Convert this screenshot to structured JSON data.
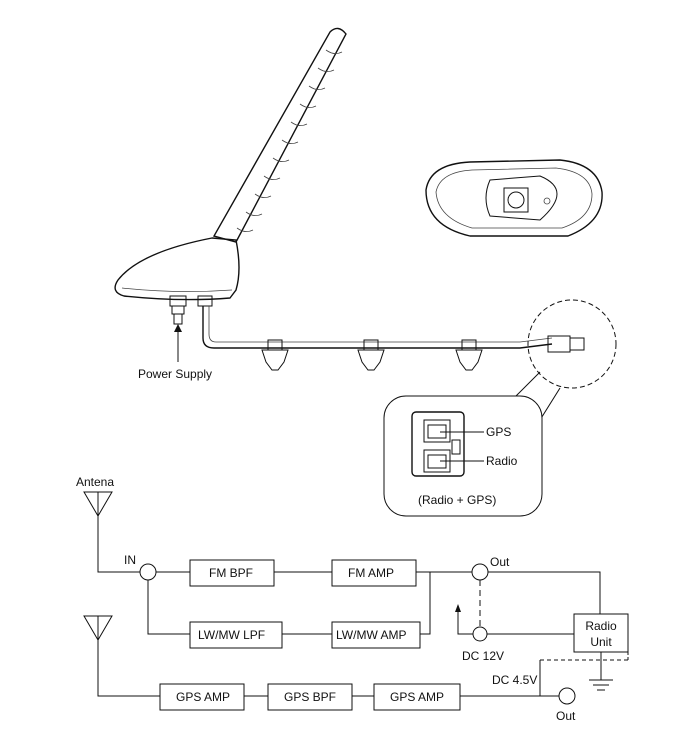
{
  "callout": {
    "gps": "GPS",
    "radio": "Radio",
    "caption": "(Radio + GPS)"
  },
  "labels": {
    "power_supply": "Power Supply",
    "antena": "Antena",
    "in": "IN",
    "out_top": "Out",
    "out_bottom": "Out",
    "dc12": "DC 12V",
    "dc45": "DC 4.5V"
  },
  "blocks": {
    "fm_bpf": "FM BPF",
    "fm_amp": "FM AMP",
    "lwmw_lpf": "LW/MW LPF",
    "lwmw_amp": "LW/MW AMP",
    "gps_amp_1": "GPS AMP",
    "gps_bpf": "GPS BPF",
    "gps_amp_2": "GPS AMP",
    "radio_unit_line1": "Radio",
    "radio_unit_line2": "Unit"
  }
}
